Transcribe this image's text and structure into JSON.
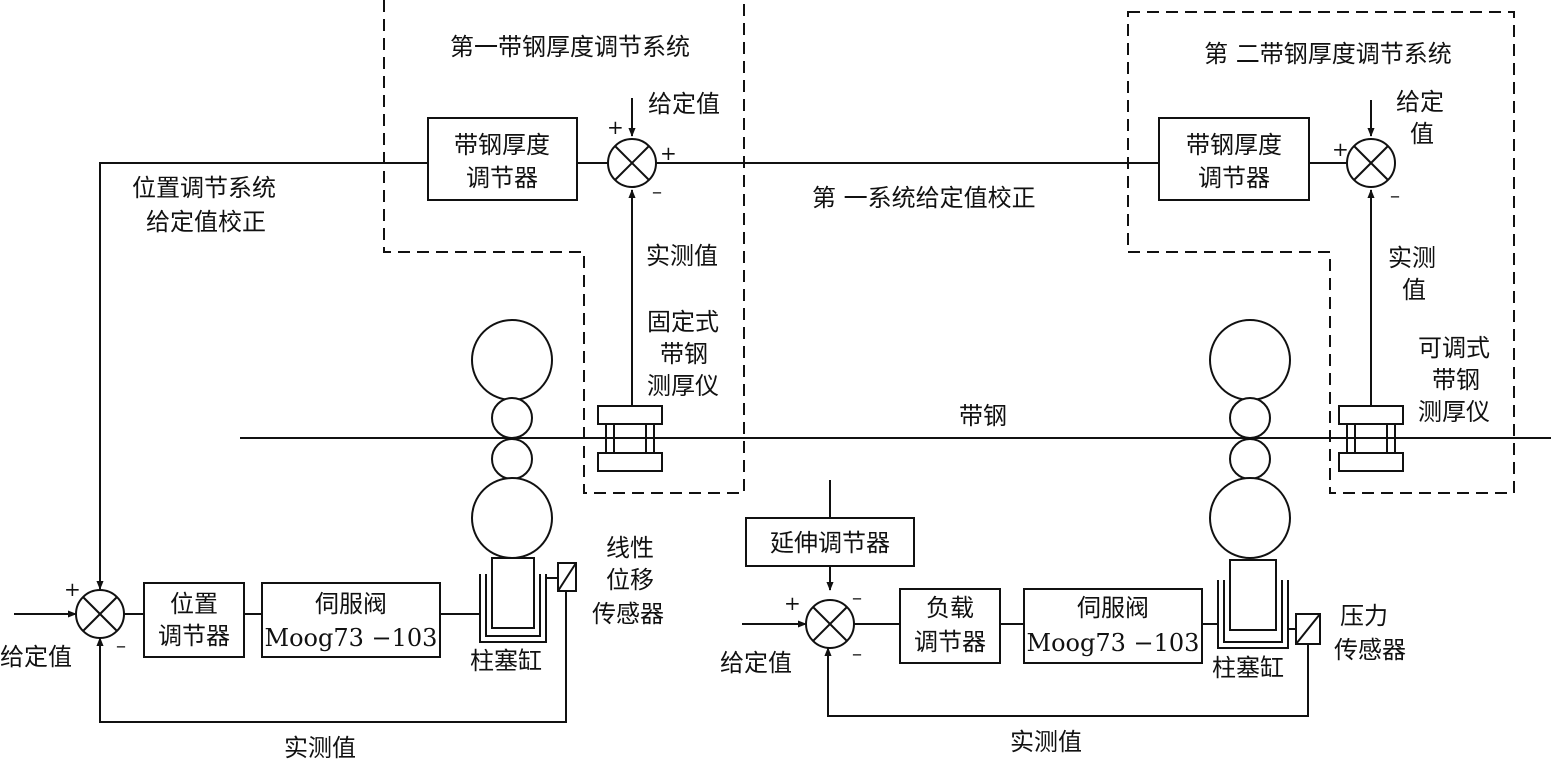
{
  "sys1": {
    "title": "第一带钢厚度调节系统"
  },
  "sys2": {
    "title": "第 二带钢厚度调节系统"
  },
  "thick_reg1": {
    "line1": "带钢厚度",
    "line2": "调节器"
  },
  "thick_reg2": {
    "line1": "带钢厚度",
    "line2": "调节器"
  },
  "sum_top1": {
    "setpoint": "给定值",
    "plus_in": "+",
    "plus_out": "+",
    "minus": "–"
  },
  "sum_top2": {
    "setpoint_line1": "给定",
    "setpoint_line2": "值",
    "plus": "+",
    "minus": "–"
  },
  "measured1": {
    "label": "实测值"
  },
  "measured2": {
    "line1": "实测",
    "line2": "值"
  },
  "gauge1": {
    "line1": "固定式",
    "line2": "带钢",
    "line3": "测厚仪"
  },
  "gauge2": {
    "line1": "可调式",
    "line2": "带钢",
    "line3": "测厚仪"
  },
  "strip": {
    "label": "带钢"
  },
  "pos_correction": {
    "line1": "位置调节系统",
    "line2": "给定值校正"
  },
  "sys1_correction": {
    "label": "第 一系统给定值校正"
  },
  "left_loop": {
    "setpoint": "给定值",
    "plus": "+",
    "minus": "–",
    "pos_reg_line1": "位置",
    "pos_reg_line2": "调节器",
    "servo_line1": "伺服阀",
    "servo_line2": "Moog73 −103",
    "cylinder": "柱塞缸",
    "sensor_line1": "线性",
    "sensor_line2": "位移",
    "sensor_line3": "传感器",
    "measured": "实测值"
  },
  "right_loop": {
    "ext_reg": "延伸调节器",
    "setpoint": "给定值",
    "plus": "+",
    "minus_top": "–",
    "minus_bottom": "–",
    "load_reg_line1": "负载",
    "load_reg_line2": "调节器",
    "servo_line1": "伺服阀",
    "servo_line2": "Moog73 −103",
    "cylinder": "柱塞缸",
    "sensor_line1": "压力",
    "sensor_line2": "传感器",
    "measured": "实测值"
  }
}
